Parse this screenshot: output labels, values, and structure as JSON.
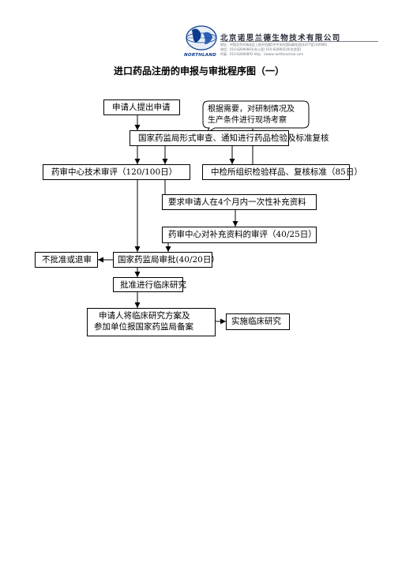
{
  "header": {
    "company_name": "北京诺思兰德生物技术有限公司",
    "logo_label": "NORTHLAND",
    "info_lines": [
      "地址：中国北京市海淀区上地开拓路5号中关村国际孵化园(4477室)100085",
      "电话：010-82890893(办公室)  010-82890530(实验室)",
      "传真：010-82890892    http：//www.northland-bio.com"
    ]
  },
  "title": "进口药品注册的申报与审批程序图（一）",
  "flow": {
    "apply": "申请人提出申请",
    "note_lines": [
      "根据需要，对研制情况及",
      "生产条件进行现场考察"
    ],
    "formal_review": "国家药监局形式审查、通知进行药品检验及标准复核",
    "tech_review": "药审中心技术审评（120/100日）",
    "lab_check": "中检所组织检验样品、复核标准（85日）",
    "supplement": "要求申请人在4个月内一次性补充资料",
    "supplement_review": "药审中心对补充资料的审评（40/25日）",
    "approval": "国家药监局审批(40/20日）",
    "reject": "不批准或退审",
    "clinical_ok": "批准进行临床研究",
    "filing_lines": [
      "申请人将临床研究方案及",
      "参加单位报国家药监局备案"
    ],
    "implement": "实施临床研究"
  },
  "colors": {
    "logo_blue": "#0b3c8c",
    "line": "#000000"
  }
}
